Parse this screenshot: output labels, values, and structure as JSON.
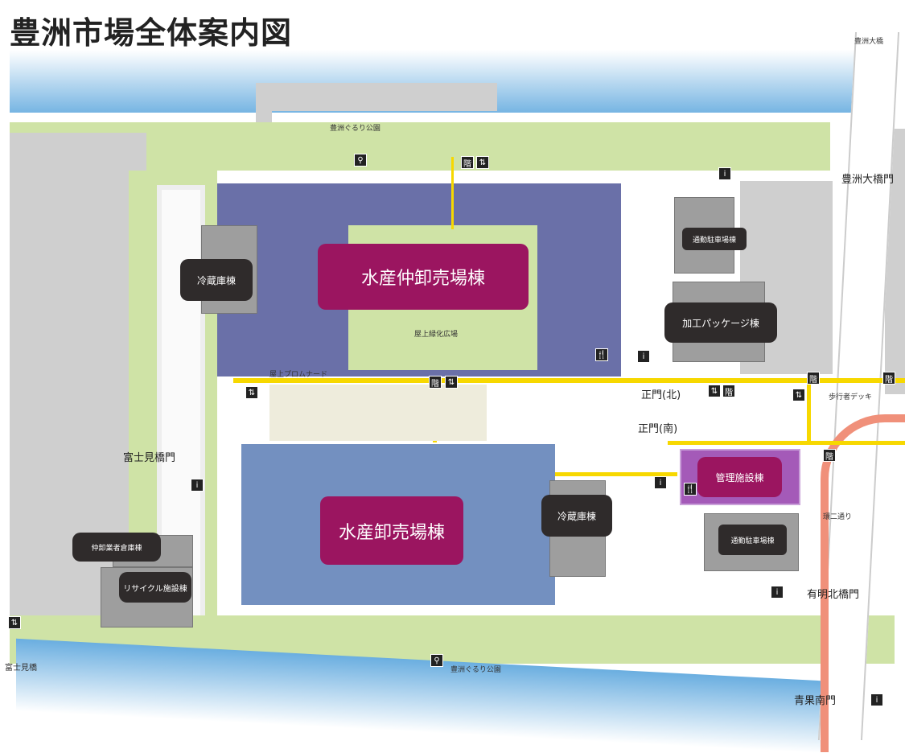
{
  "title": "豊洲市場全体案内図",
  "colors": {
    "water": "#6aaee0",
    "green": "#cfe3a6",
    "walkway": "#f7d800",
    "main_building": "#9b1560",
    "facility_label": "#2f2b2b",
    "rail": "#f0907a"
  },
  "labels": {
    "toyosu_ohashi": "豊洲大橋",
    "park_north": "豊洲ぐるり公園",
    "park_south": "豊洲ぐるり公園",
    "roof_garden": "屋上緑化広場",
    "promenade": "屋上プロムナード",
    "pedestrian_deck": "歩行者デッキ",
    "kanni_dori": "環二通り",
    "fujimi_bridge": "富士見橋"
  },
  "buildings": {
    "intermediate_wholesale": "水産仲卸売場棟",
    "wholesale": "水産卸売場棟",
    "cold_storage_north": "冷蔵庫棟",
    "cold_storage_south": "冷蔵庫棟",
    "commuter_parking_north": "通勤駐車場棟",
    "commuter_parking_south": "通勤駐車場棟",
    "processing_package": "加工パッケージ棟",
    "administration": "管理施設棟",
    "dealer_warehouse": "仲卸業者倉庫棟",
    "recycling": "リサイクル施設棟"
  },
  "gates": {
    "toyosu_ohashi_gate": "豊洲大橋門",
    "main_north": "正門(北)",
    "main_south": "正門(南)",
    "fujimi_gate": "富士見橋門",
    "ariake_kita_gate": "有明北橋門",
    "seika_south_gate": "青果南門"
  },
  "icons": {
    "info": "i",
    "restroom": "⚲",
    "restaurant": "🍴",
    "elevator": "⇅",
    "stairs": "階"
  }
}
